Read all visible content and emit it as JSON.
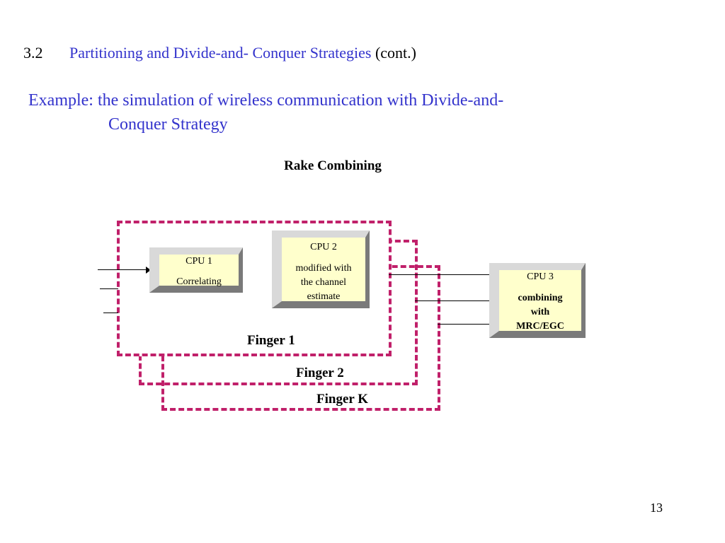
{
  "heading": {
    "number": "3.2",
    "title": "Partitioning and Divide-and- Conquer Strategies",
    "suffix": " (cont.)"
  },
  "example": {
    "line1": "Example: the simulation of wireless communication with Divide-and-",
    "line2": "Conquer Strategy"
  },
  "diagram": {
    "title": "Rake Combining",
    "cpu1": {
      "name": "CPU 1",
      "desc": "Correlating"
    },
    "cpu2": {
      "name": "CPU 2",
      "desc_lines": [
        "modified with",
        "the channel",
        "estimate"
      ]
    },
    "cpu3": {
      "name": "CPU 3",
      "desc_lines": [
        "combining",
        "with",
        "MRC/EGC"
      ]
    },
    "fingers": [
      "Finger 1",
      "Finger 2",
      "Finger K"
    ]
  },
  "page_number": "13",
  "colors": {
    "accent": "#3333cc",
    "dashed_border": "#c0206a",
    "box_fill": "#ffffcc"
  }
}
